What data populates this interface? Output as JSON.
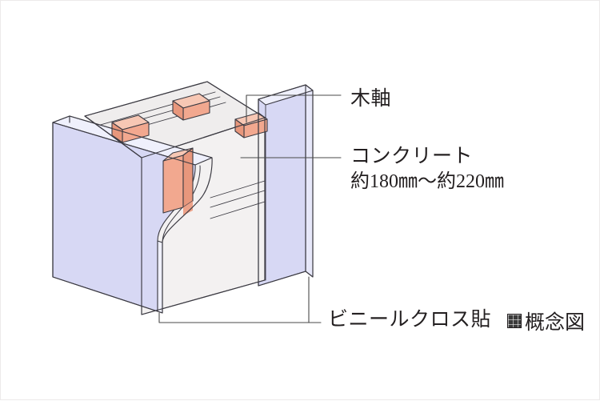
{
  "figure": {
    "background_color": "#ffffff",
    "line_color": "#3b3a42",
    "materials": {
      "concrete": {
        "name": "concrete",
        "face_color": "#f3f1f1",
        "top_color": "#eceaea",
        "side_color": "#e4e2e2"
      },
      "wood_frame": {
        "name": "wood-frame",
        "face_color": "#f2a88f",
        "top_color": "#f6c3b0",
        "side_color": "#e79277"
      },
      "vinyl_cloth": {
        "name": "vinyl-cloth",
        "face_color": "#d7d8f4",
        "edge_color": "#e7e8fa",
        "side_color": "#c6c7ec"
      }
    }
  },
  "labels": {
    "wood_frame": "木軸",
    "concrete_line1": "コンクリート",
    "concrete_line2": "約180㎜〜約220㎜",
    "vinyl_cloth": "ビニールクロス貼"
  },
  "note": {
    "swatch_icon": "hatched-square-icon",
    "text": "概念図"
  }
}
